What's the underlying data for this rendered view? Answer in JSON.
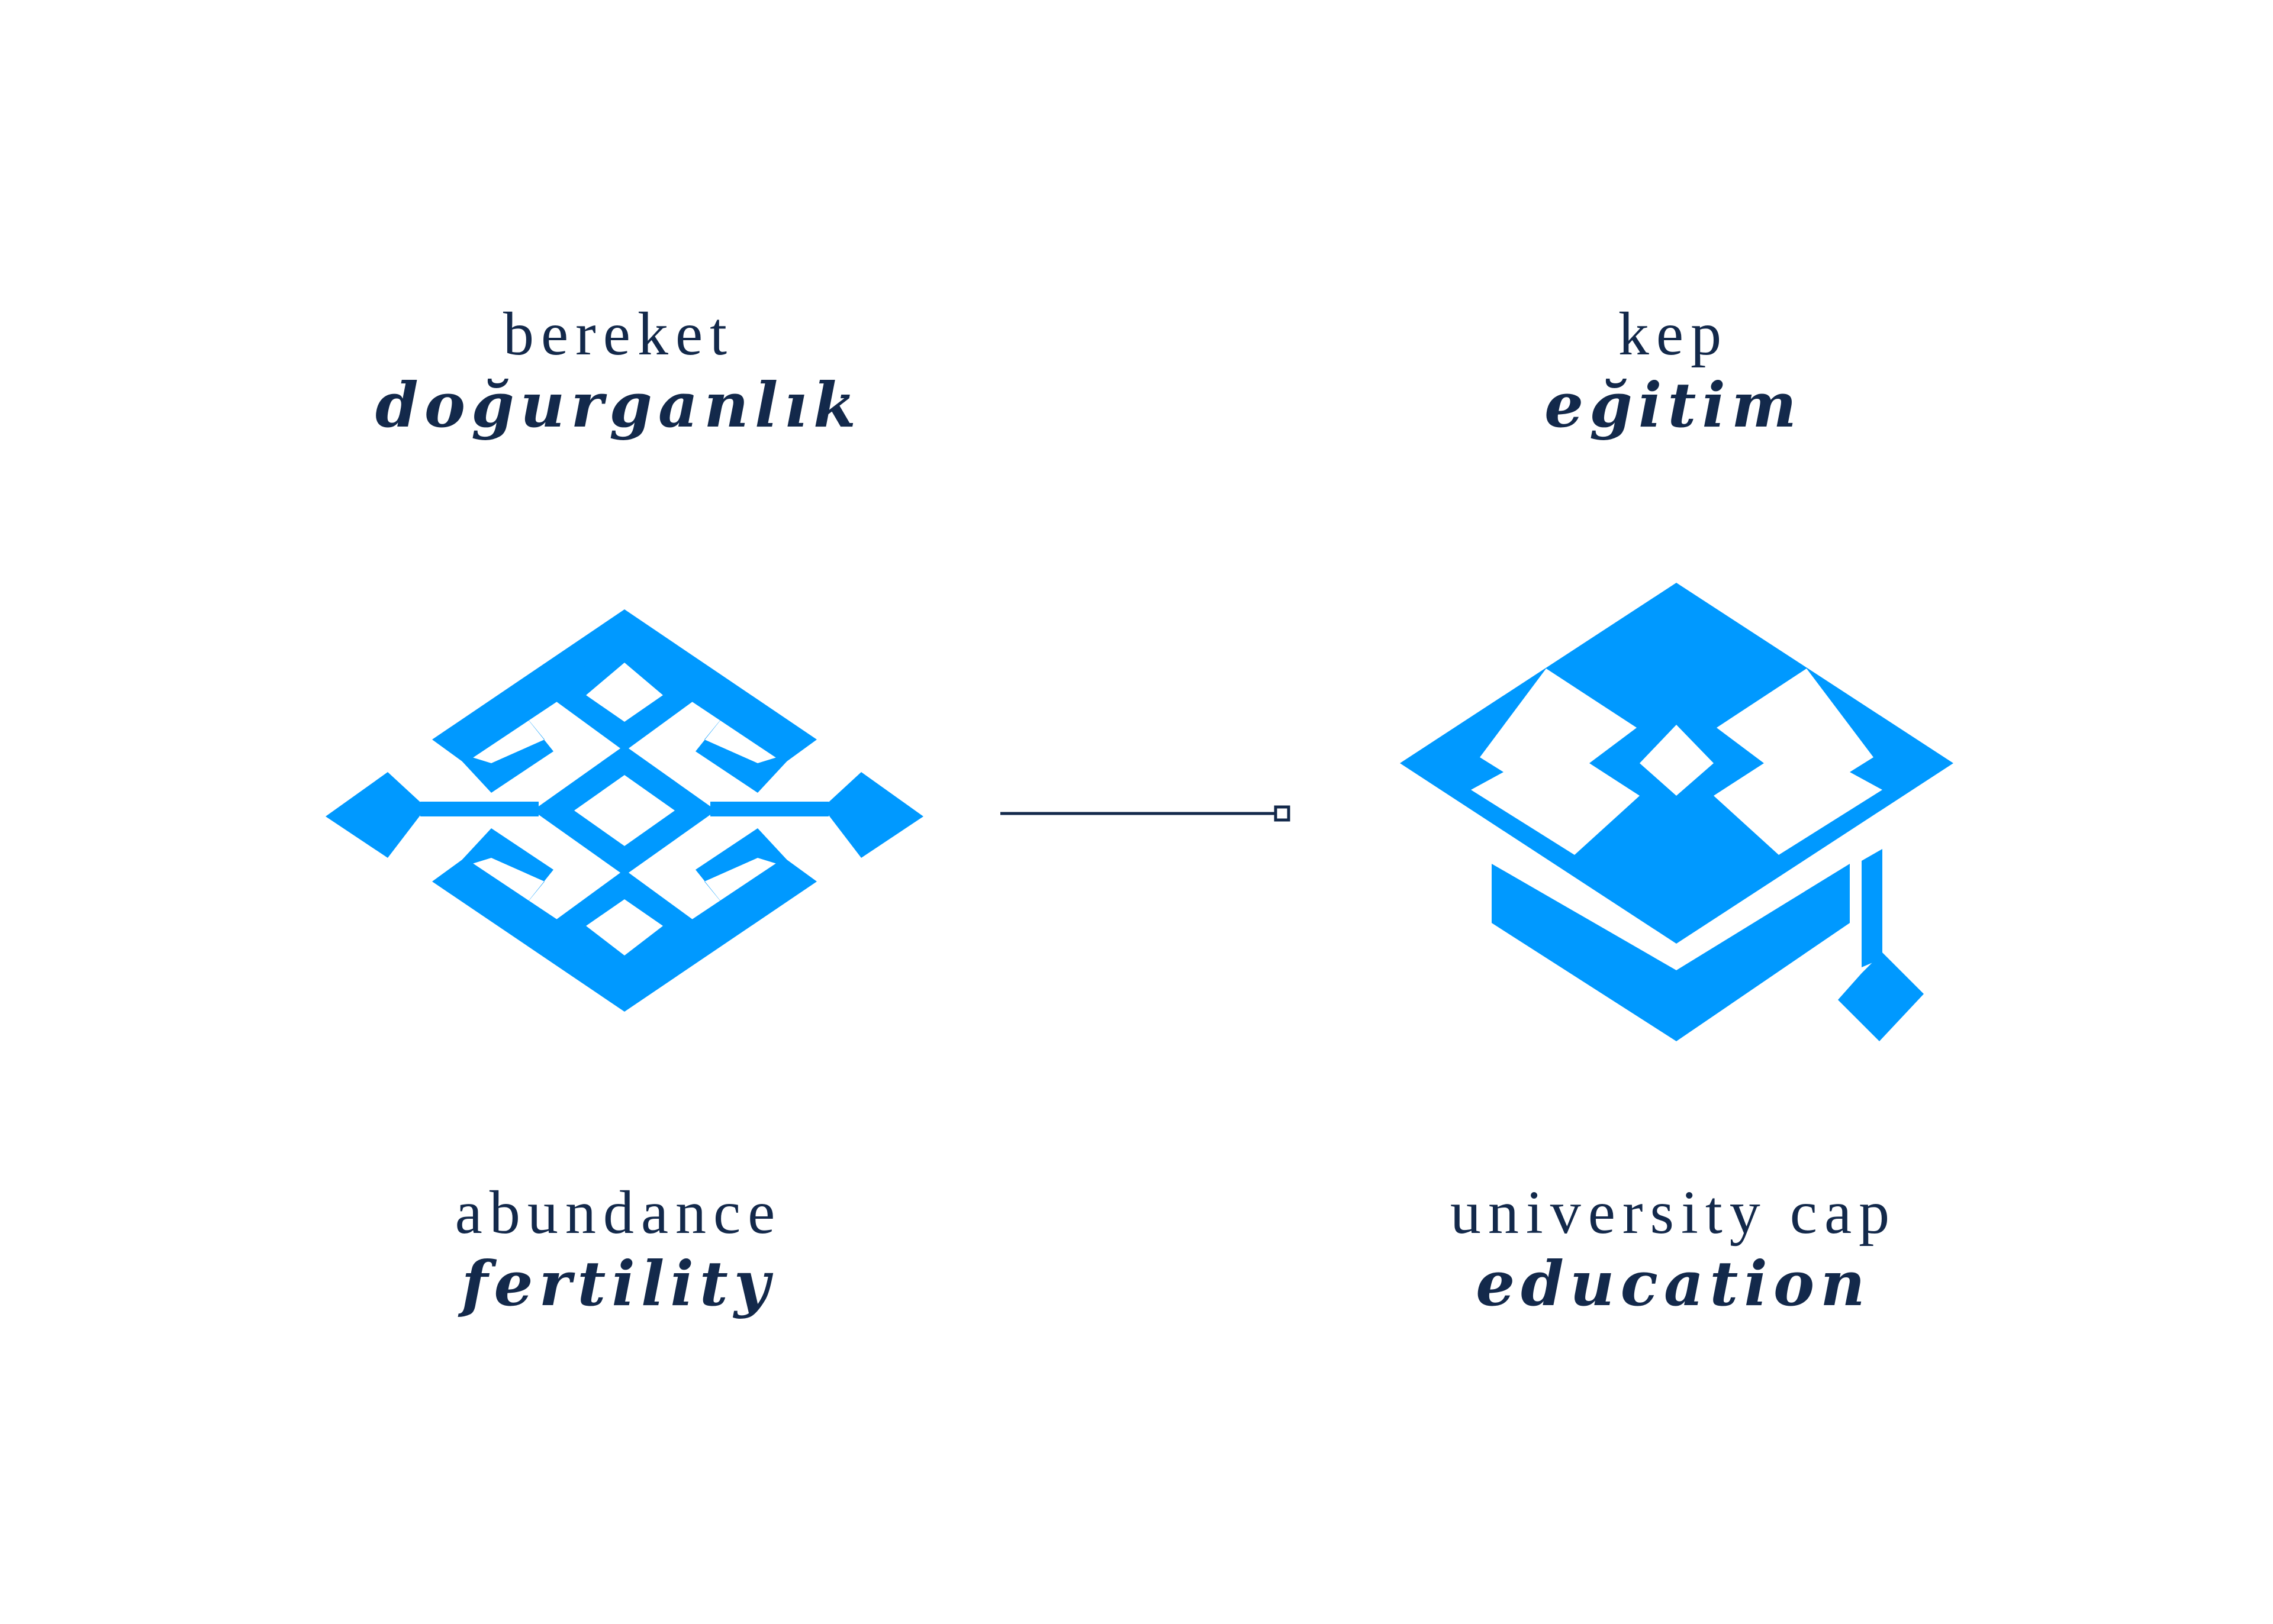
{
  "colors": {
    "motif": "#0099ff",
    "text": "#13294b",
    "background": "#ffffff"
  },
  "panels": [
    {
      "id": "abundance",
      "turkish_word": "bereket",
      "turkish_meaning": "doğurganlık",
      "english_word": "abundance",
      "english_meaning": "fertility"
    },
    {
      "id": "cap",
      "turkish_word": "kep",
      "turkish_meaning": "eğitim",
      "english_word": "university cap",
      "english_meaning": "education"
    }
  ]
}
